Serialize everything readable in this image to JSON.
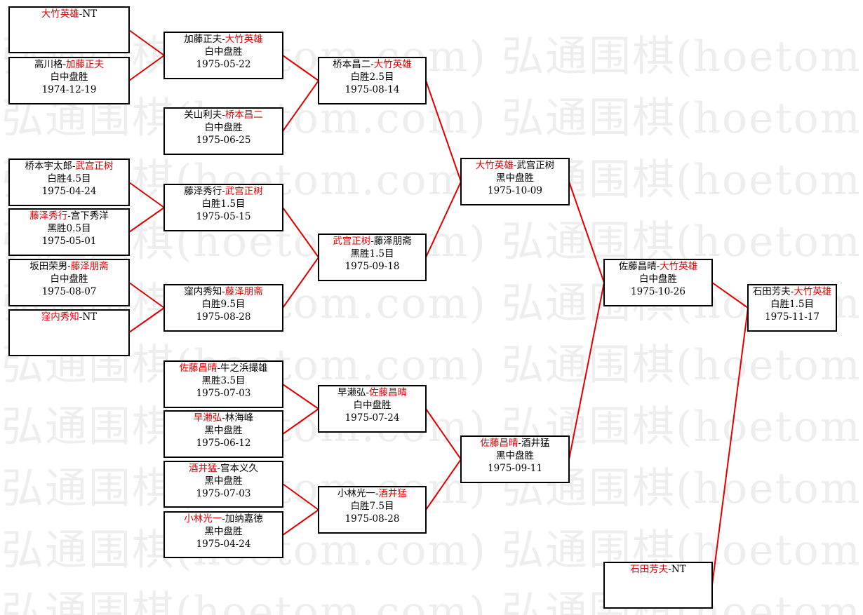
{
  "watermark": {
    "text": "弘通围棋(hoetom.com)",
    "color": "#e8e8e8"
  },
  "colors": {
    "winner": "#e00000",
    "line": "#e00000",
    "border": "#000000"
  },
  "matches": {
    "r1_1": {
      "p1": "大竹英雄",
      "sep": "-",
      "p2": "NT",
      "winner": 1,
      "result": "",
      "date": ""
    },
    "r1_2": {
      "p1": "高川格",
      "sep": "-",
      "p2": "加藤正夫",
      "winner": 2,
      "result": "白中盘胜",
      "date": "1974-12-19"
    },
    "r1_3": {
      "p1": "桥本宇太郎",
      "sep": "-",
      "p2": "武宫正树",
      "winner": 2,
      "result": "白胜4.5目",
      "date": "1975-04-24"
    },
    "r1_4": {
      "p1": "藤泽秀行",
      "sep": "-",
      "p2": "宫下秀洋",
      "winner": 1,
      "result": "黑胜0.5目",
      "date": "1975-05-01"
    },
    "r1_5": {
      "p1": "坂田荣男",
      "sep": "-",
      "p2": "藤泽朋斋",
      "winner": 2,
      "result": "白中盘胜",
      "date": "1975-08-07"
    },
    "r1_6": {
      "p1": "窪内秀知",
      "sep": "-",
      "p2": "NT",
      "winner": 1,
      "result": "",
      "date": ""
    },
    "r2_1": {
      "p1": "加藤正夫",
      "sep": "-",
      "p2": "大竹英雄",
      "winner": 2,
      "result": "白中盘胜",
      "date": "1975-05-22"
    },
    "r2_2": {
      "p1": "关山利夫",
      "sep": "-",
      "p2": "桥本昌二",
      "winner": 2,
      "result": "白中盘胜",
      "date": "1975-06-25"
    },
    "r2_3": {
      "p1": "藤泽秀行",
      "sep": "-",
      "p2": "武宫正树",
      "winner": 2,
      "result": "白胜1.5目",
      "date": "1975-05-15"
    },
    "r2_4": {
      "p1": "窪内秀知",
      "sep": "-",
      "p2": "藤泽朋斋",
      "winner": 2,
      "result": "白胜9.5目",
      "date": "1975-08-28"
    },
    "r2_5": {
      "p1": "佐藤昌晴",
      "sep": "-",
      "p2": "牛之浜撮雄",
      "winner": 1,
      "result": "黑胜3.5目",
      "date": "1975-07-03"
    },
    "r2_6": {
      "p1": "早濑弘",
      "sep": "-",
      "p2": "林海峰",
      "winner": 1,
      "result": "黑中盘胜",
      "date": "1975-06-12"
    },
    "r2_7": {
      "p1": "酒井猛",
      "sep": "-",
      "p2": "宫本义久",
      "winner": 1,
      "result": "黑中盘胜",
      "date": "1975-07-03"
    },
    "r2_8": {
      "p1": "小林光一",
      "sep": "-",
      "p2": "加纳嘉徳",
      "winner": 1,
      "result": "黑中盘胜",
      "date": "1975-04-24"
    },
    "r3_1": {
      "p1": "桥本昌二",
      "sep": "-",
      "p2": "大竹英雄",
      "winner": 2,
      "result": "白胜2.5目",
      "date": "1975-08-14"
    },
    "r3_2": {
      "p1": "武宫正树",
      "sep": "-",
      "p2": "藤泽朋斋",
      "winner": 1,
      "result": "黑胜1.5目",
      "date": "1975-09-18"
    },
    "r3_3": {
      "p1": "早濑弘",
      "sep": "-",
      "p2": "佐藤昌晴",
      "winner": 2,
      "result": "白中盘胜",
      "date": "1975-07-24"
    },
    "r3_4": {
      "p1": "小林光一",
      "sep": "-",
      "p2": "酒井猛",
      "winner": 2,
      "result": "白胜7.5目",
      "date": "1975-08-28"
    },
    "r4_1": {
      "p1": "大竹英雄",
      "sep": "-",
      "p2": "武宫正树",
      "winner": 1,
      "result": "黑中盘胜",
      "date": "1975-10-09"
    },
    "r4_2": {
      "p1": "佐藤昌晴",
      "sep": "-",
      "p2": "酒井猛",
      "winner": 1,
      "result": "黑中盘胜",
      "date": "1975-09-11"
    },
    "r5_1": {
      "p1": "佐藤昌晴",
      "sep": "-",
      "p2": "大竹英雄",
      "winner": 2,
      "result": "白中盘胜",
      "date": "1975-10-26"
    },
    "r5_2": {
      "p1": "石田芳夫",
      "sep": "-",
      "p2": "NT",
      "winner": 1,
      "result": "",
      "date": ""
    },
    "r6_1": {
      "p1": "石田芳夫",
      "sep": "-",
      "p2": "大竹英雄",
      "winner": 2,
      "result": "白胜1.5目",
      "date": "1975-11-17"
    }
  }
}
